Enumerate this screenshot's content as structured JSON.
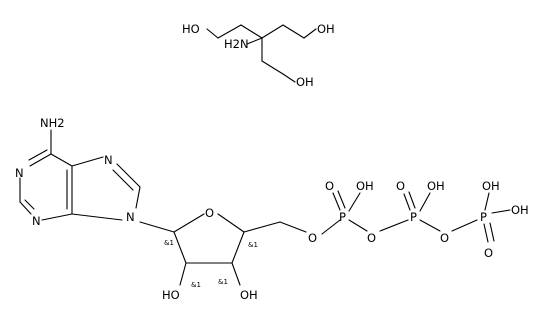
{
  "figure": {
    "molecules": [
      {
        "id": "tris",
        "labels": {
          "oh_left": "HO",
          "oh_right": "OH",
          "amine": "H2N",
          "oh_bottom": "OH"
        }
      },
      {
        "id": "atp",
        "labels": {
          "nh2": "NH2",
          "n1": "N",
          "n3": "N",
          "n7": "N",
          "n9": "N",
          "ring_o": "O",
          "c1_stereo": "&1",
          "c2_stereo": "&1",
          "c3_stereo": "&1",
          "c4_stereo": "&1",
          "oh_c2": "HO",
          "oh_c3": "OH",
          "o5": "O",
          "pa": "P",
          "pa_o_double": "O",
          "pa_oh": "OH",
          "o_ab": "O",
          "pb": "P",
          "pb_o_double": "O",
          "pb_oh": "OH",
          "o_bg": "O",
          "pg": "P",
          "pg_o_double": "O",
          "pg_oh_top": "OH",
          "pg_oh_right": "OH"
        }
      }
    ]
  }
}
